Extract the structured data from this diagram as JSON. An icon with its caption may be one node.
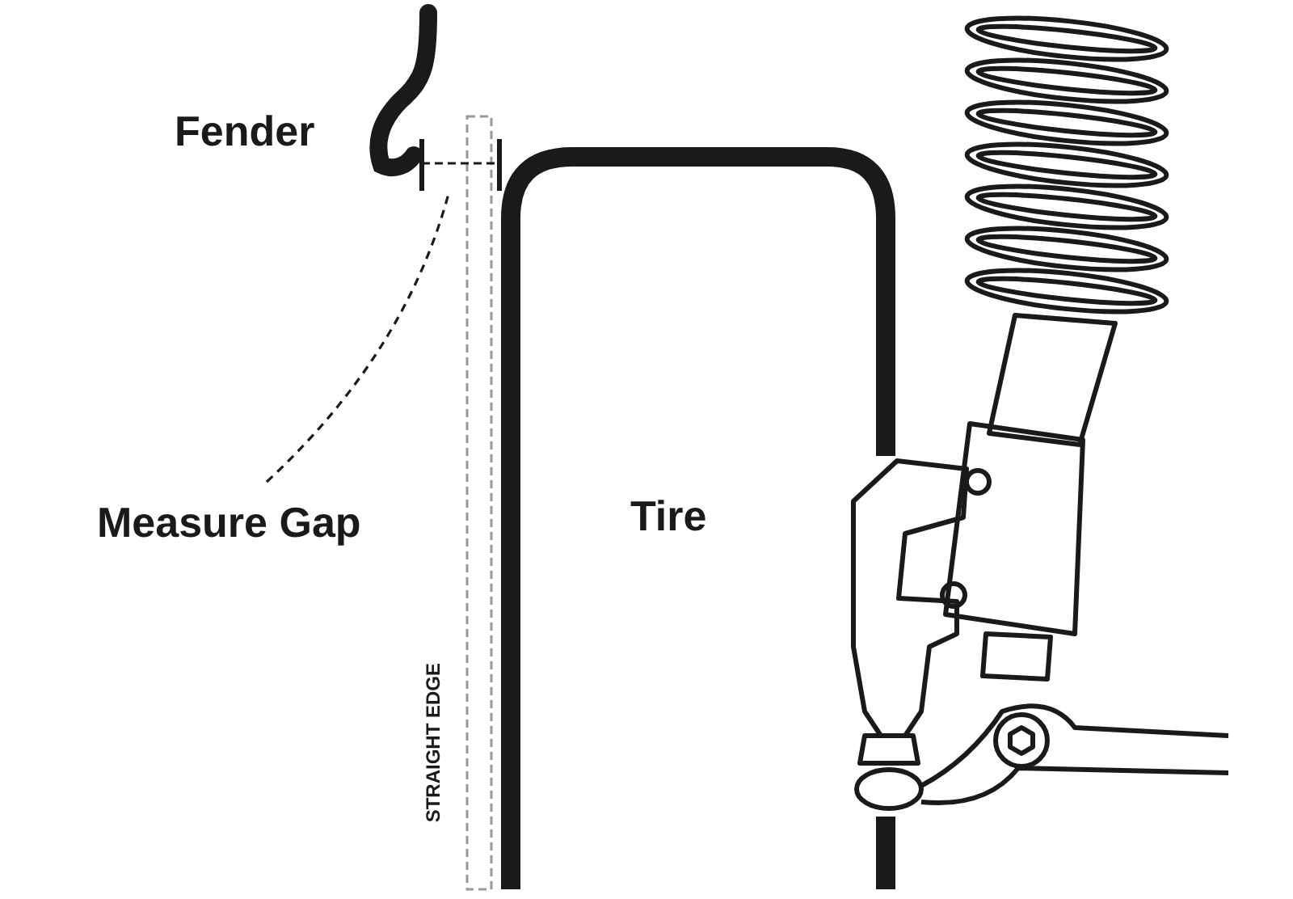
{
  "diagram": {
    "nodes": [
      {
        "text": [
          "Measure Gap"
        ]
      },
      {
        "text": [],
        "shape": "picture"
      }
    ],
    "edges": [
      {
        "from": 0,
        "to": 1,
        "arrow": "none",
        "style": "dashed"
      }
    ],
    "labels": [
      "Fender",
      "Tire",
      "STRAIGHT EDGE"
    ]
  }
}
